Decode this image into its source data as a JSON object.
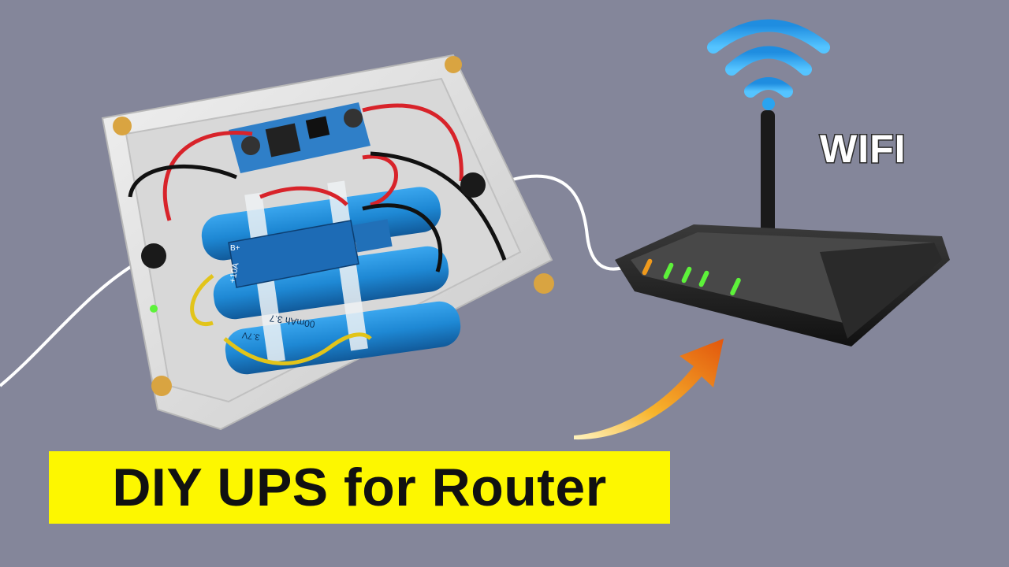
{
  "title": "DIY UPS for Router",
  "wifi_label": "WIFI",
  "board_label_1": "+10A",
  "board_label_2": "B+",
  "cell_label_1": "00mAh 3.7",
  "cell_label_2": "3.7V",
  "colors": {
    "background": "#84869a",
    "banner": "#fdf700",
    "title_text": "#111111",
    "battery": "#1e88d4",
    "wifi": "#2aa4f0",
    "arrow": "#f07a10",
    "led_green": "#5df23a",
    "led_orange": "#f09a1c"
  },
  "icons": [
    "wifi-icon",
    "router-icon",
    "arrow-icon",
    "enclosure-icon",
    "battery-icon"
  ]
}
